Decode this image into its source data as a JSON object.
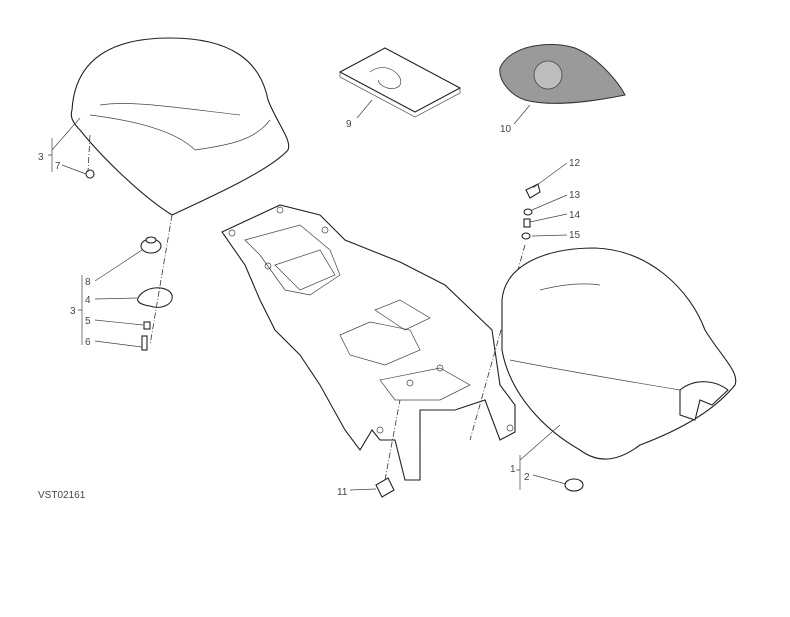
{
  "diagram": {
    "code": "VST02161",
    "callouts": {
      "c1": "1",
      "c2": "2",
      "c3a": "3",
      "c3b": "3",
      "c4": "4",
      "c5": "5",
      "c6": "6",
      "c7": "7",
      "c8": "8",
      "c9": "9",
      "c10": "10",
      "c11": "11",
      "c12": "12",
      "c13": "13",
      "c14": "14",
      "c15": "15"
    }
  }
}
